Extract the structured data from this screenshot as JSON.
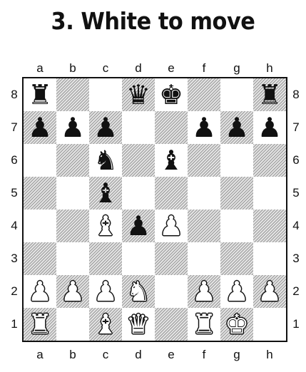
{
  "title": "3. White to move",
  "board": {
    "files": [
      "a",
      "b",
      "c",
      "d",
      "e",
      "f",
      "g",
      "h"
    ],
    "ranks": [
      "8",
      "7",
      "6",
      "5",
      "4",
      "3",
      "2",
      "1"
    ],
    "pieces": {
      "a8": "black-rook",
      "d8": "black-queen",
      "e8": "black-king",
      "h8": "black-rook",
      "a7": "black-pawn",
      "b7": "black-pawn",
      "c7": "black-pawn",
      "f7": "black-pawn",
      "g7": "black-pawn",
      "h7": "black-pawn",
      "c6": "black-knight",
      "e6": "black-bishop",
      "c5": "black-bishop",
      "c4": "white-bishop",
      "d4": "black-pawn",
      "e4": "white-pawn",
      "a2": "white-pawn",
      "b2": "white-pawn",
      "c2": "white-pawn",
      "d2": "white-knight",
      "f2": "white-pawn",
      "g2": "white-pawn",
      "h2": "white-pawn",
      "a1": "white-rook",
      "c1": "white-bishop",
      "d1": "white-queen",
      "f1": "white-rook",
      "g1": "white-king"
    }
  }
}
